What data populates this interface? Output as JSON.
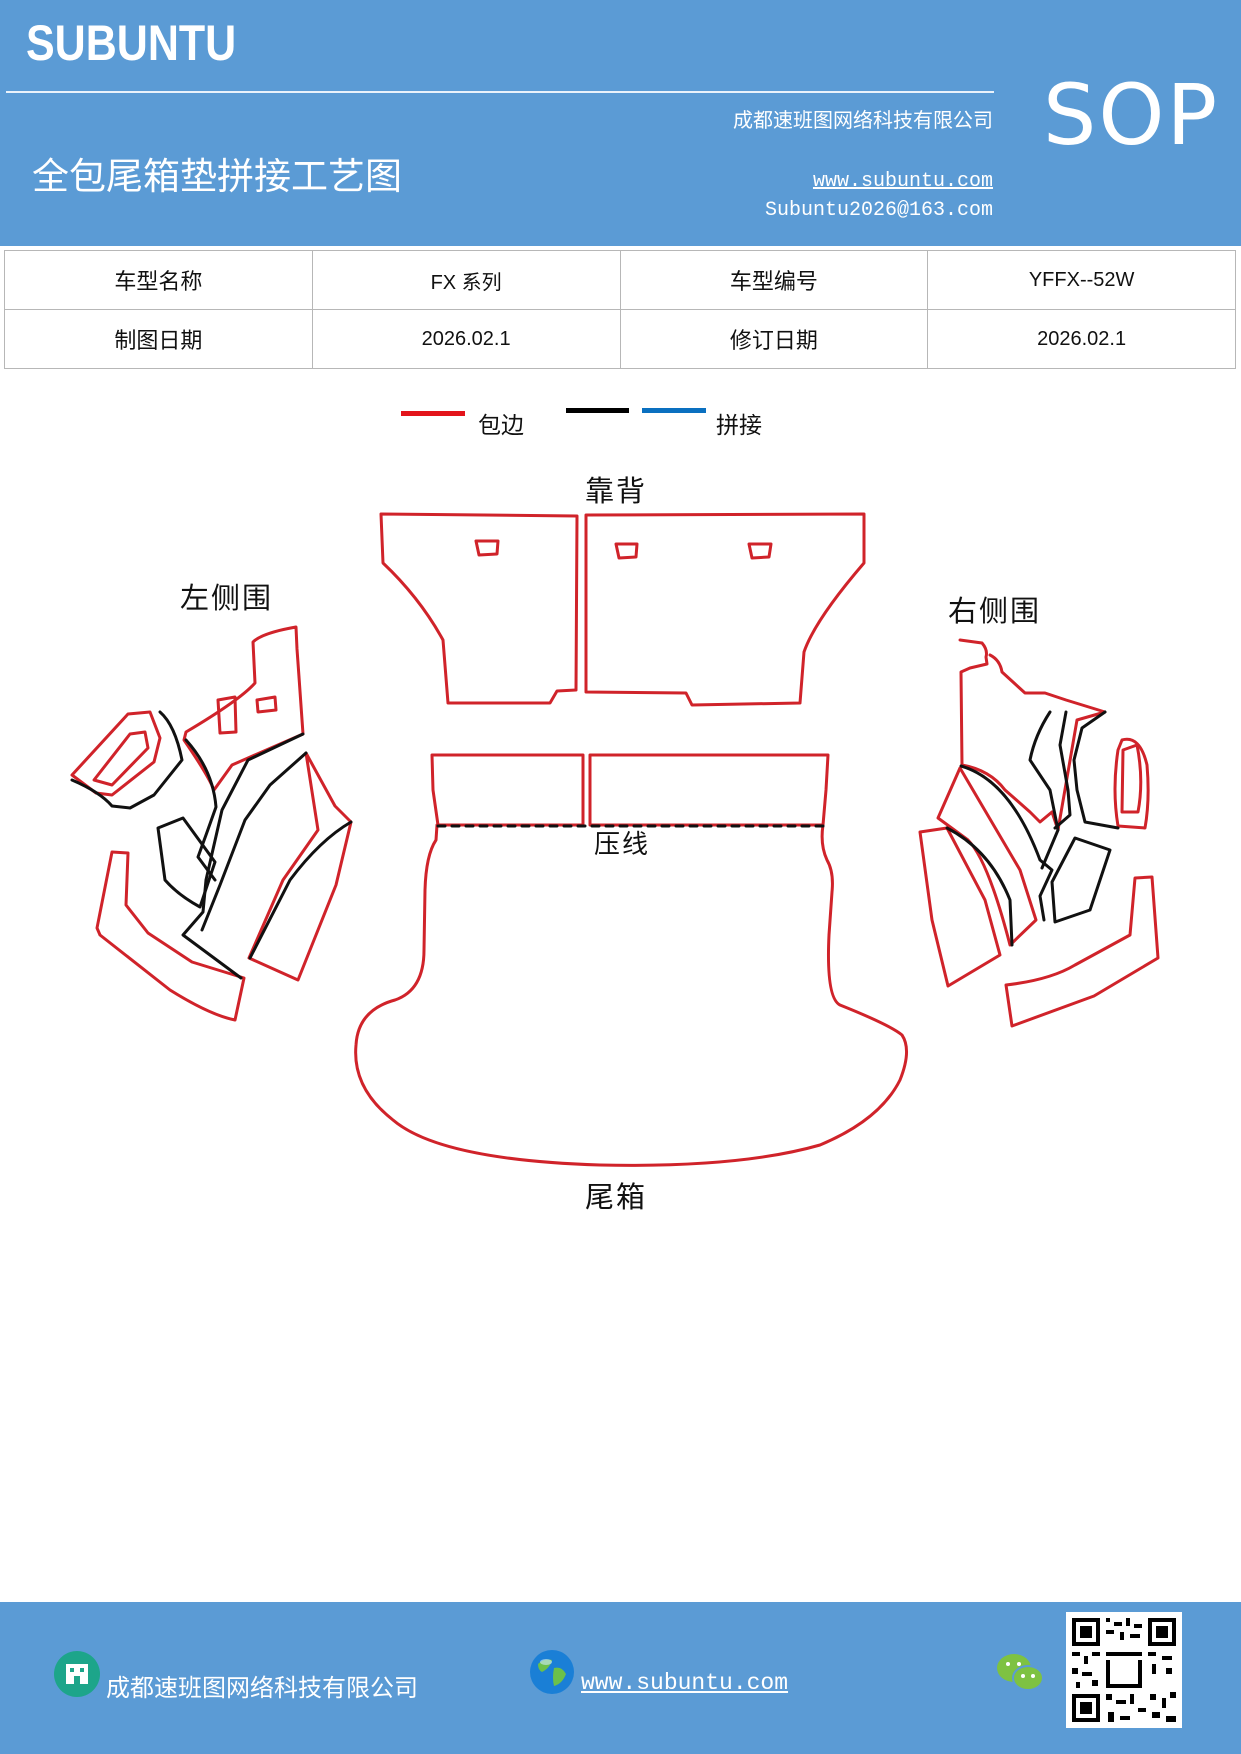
{
  "header": {
    "logo": "SUBUNTU",
    "company": "成都速班图网络科技有限公司",
    "title": "全包尾箱垫拼接工艺图",
    "sop": "SOP",
    "website": "www.subuntu.com",
    "email": "Subuntu2026@163.com"
  },
  "info_table": {
    "rows": [
      [
        "车型名称",
        "FX 系列",
        "车型编号",
        "YFFX--52W"
      ],
      [
        "制图日期",
        "2026.02.1",
        "修订日期",
        "2026.02.1"
      ]
    ]
  },
  "legend": {
    "items": [
      {
        "label": "包边",
        "colors": [
          "#e3141b"
        ]
      },
      {
        "label": "拼接",
        "colors": [
          "#000000",
          "#0a70c0"
        ]
      }
    ]
  },
  "diagram": {
    "labels": {
      "backrest": "靠背",
      "left_side": "左侧围",
      "right_side": "右侧围",
      "crease": "压线",
      "trunk": "尾箱"
    },
    "colors": {
      "edge": "#d0232a",
      "seam": "#111111"
    }
  },
  "footer": {
    "company": "成都速班图网络科技有限公司",
    "website": "www.subuntu.com",
    "icons": [
      "building-icon",
      "globe-icon",
      "wechat-icon",
      "qr-code"
    ]
  }
}
